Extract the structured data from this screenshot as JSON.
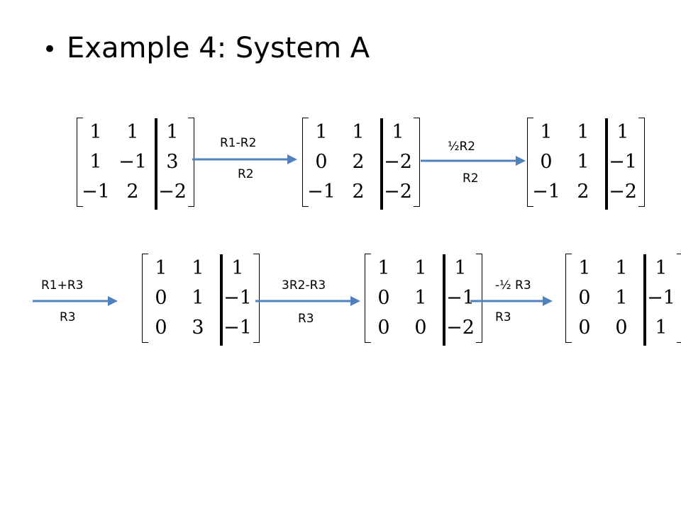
{
  "slide": {
    "bullet": "•",
    "title": "Example 4: System A"
  },
  "steps": [
    {
      "matrix": [
        [
          "1",
          "1",
          "1"
        ],
        [
          "1",
          "−1",
          "3"
        ],
        [
          "−1",
          "2",
          "−2"
        ]
      ]
    },
    {
      "op_top": "R1-R2",
      "op_bottom": "R2",
      "matrix": [
        [
          "1",
          "1",
          "1"
        ],
        [
          "0",
          "2",
          "−2"
        ],
        [
          "−1",
          "2",
          "−2"
        ]
      ]
    },
    {
      "op_top": "½R2",
      "op_bottom": "R2",
      "matrix": [
        [
          "1",
          "1",
          "1"
        ],
        [
          "0",
          "1",
          "−1"
        ],
        [
          "−1",
          "2",
          "−2"
        ]
      ]
    },
    {
      "op_top": "R1+R3",
      "op_bottom": "R3",
      "matrix": [
        [
          "1",
          "1",
          "1"
        ],
        [
          "0",
          "1",
          "−1"
        ],
        [
          "0",
          "3",
          "−1"
        ]
      ]
    },
    {
      "op_top": "3R2-R3",
      "op_bottom": "R3",
      "matrix": [
        [
          "1",
          "1",
          "1"
        ],
        [
          "0",
          "1",
          "−1"
        ],
        [
          "0",
          "0",
          "−2"
        ]
      ]
    },
    {
      "op_top": "-½ R3",
      "op_bottom": "R3",
      "matrix": [
        [
          "1",
          "1",
          "1"
        ],
        [
          "0",
          "1",
          "−1"
        ],
        [
          "0",
          "0",
          "1"
        ]
      ]
    }
  ],
  "colors": {
    "arrow": "#4f81bd",
    "text": "#000000",
    "background": "#ffffff"
  }
}
